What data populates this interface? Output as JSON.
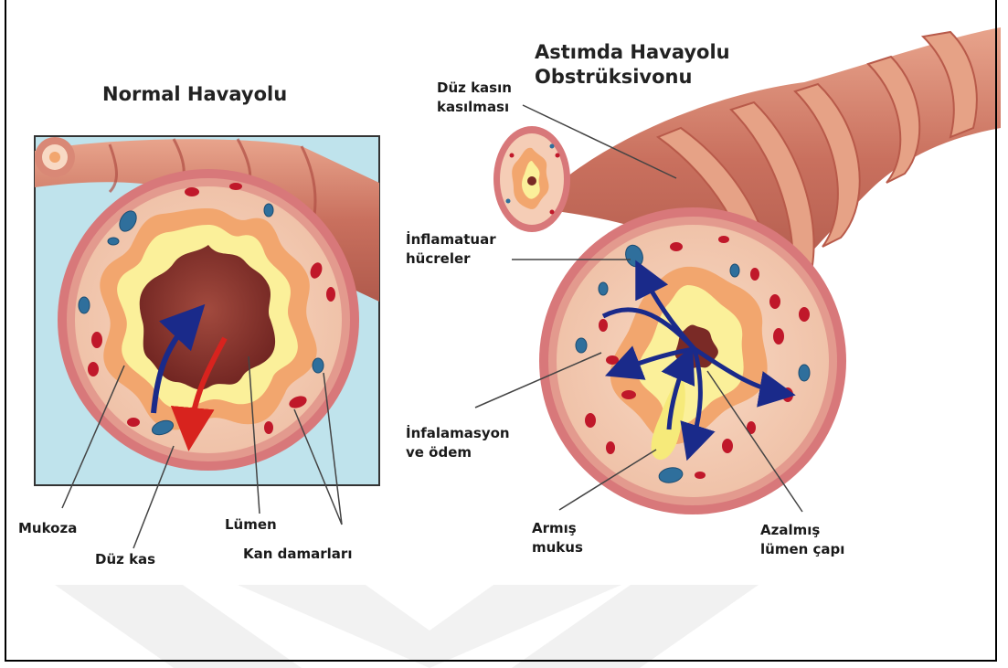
{
  "titles": {
    "normal": "Normal Havayolu",
    "asthma": "Astımda Havayolu\nObstrüksivonu"
  },
  "labels": {
    "smooth_muscle_contraction": "Düz kasın\nkasılması",
    "inflammatory_cells": "İnflamatuar\nhücreler",
    "inflammation_edema": "İnfalamasyon\nve ödem",
    "increased_mucus": "Armış\nmukus",
    "reduced_lumen": "Azalmış\nlümen çapı",
    "mucosa": "Mukoza",
    "smooth_muscle": "Düz kas",
    "lumen": "Lümen",
    "blood_vessels": "Kan damarları"
  },
  "colors": {
    "background_panel": "#bfe3ec",
    "tissue_pink": "#f5cdb6",
    "wall_pink": "#d8787a",
    "muscle_band": "#d88a6a",
    "mucosa_orange": "#f2a66e",
    "mucosa_yellow": "#fbf09a",
    "lumen_dark": "#7a2a26",
    "blood_vessel_red": "#c0182a",
    "inflammatory_cell_blue": "#2f6f9c",
    "arrow_navy": "#1a2a8a",
    "arrow_red": "#d8231e",
    "watermark_gray": "#f0f0f0"
  }
}
